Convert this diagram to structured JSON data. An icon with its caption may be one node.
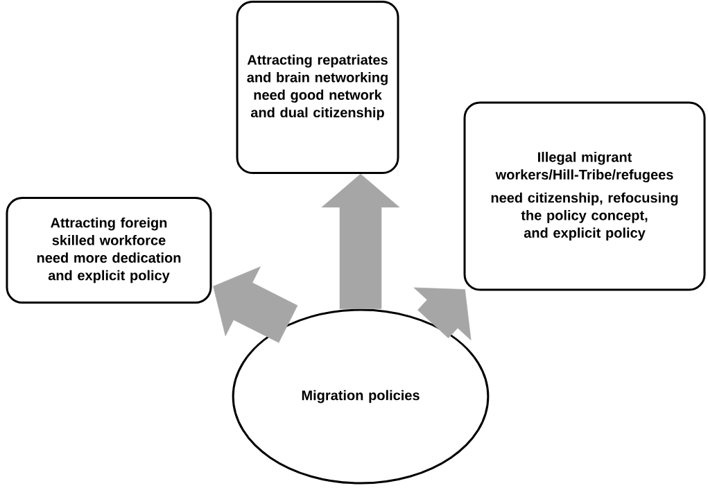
{
  "diagram": {
    "nodes": [
      {
        "text": [
          "Attracting foreign skilled workforce need more dedication and explicit policy"
        ]
      },
      {
        "text": [
          "Attracting repatriates and brain networking need good network and dual citizenship"
        ]
      },
      {
        "text": [
          "Illegal migrant workers/Hill-Tribe/refugees",
          "need citizenship, refocusing the policy concept, and explicit policy"
        ]
      },
      {
        "text": [
          "Migration policies"
        ]
      }
    ],
    "edges": [
      {
        "from": 3,
        "to": 0,
        "arrow": "to"
      },
      {
        "from": 3,
        "to": 1,
        "arrow": "to"
      },
      {
        "from": 3,
        "to": 2,
        "arrow": "to"
      }
    ]
  }
}
